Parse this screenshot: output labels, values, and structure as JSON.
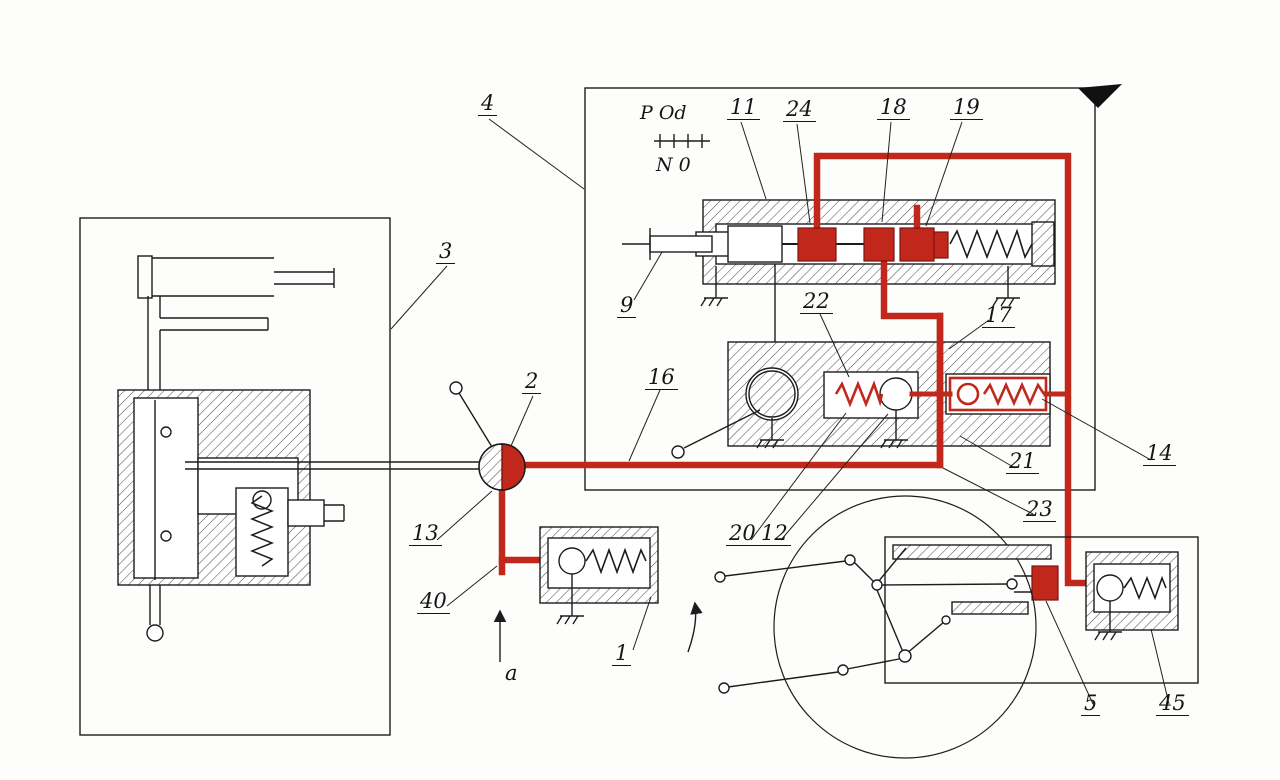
{
  "figure": {
    "type": "technical-diagram",
    "subject": "hydraulic control circuit schematic"
  },
  "colors": {
    "ink": "#1c1c1c",
    "accent_red": "#c1281b",
    "paper": "#fdfdfc"
  },
  "labels": [
    {
      "text": "4"
    },
    {
      "text": "3"
    },
    {
      "text": "11"
    },
    {
      "text": "24"
    },
    {
      "text": "18"
    },
    {
      "text": "19"
    },
    {
      "text": "9"
    },
    {
      "text": "22"
    },
    {
      "text": "17"
    },
    {
      "text": "16"
    },
    {
      "text": "2"
    },
    {
      "text": "13"
    },
    {
      "text": "40"
    },
    {
      "text": "1"
    },
    {
      "text": "20"
    },
    {
      "text": "12"
    },
    {
      "text": "21"
    },
    {
      "text": "23"
    },
    {
      "text": "14"
    },
    {
      "text": "5"
    },
    {
      "text": "45"
    },
    {
      "text": "P Od"
    },
    {
      "text": "N 0"
    },
    {
      "text": "a"
    }
  ]
}
